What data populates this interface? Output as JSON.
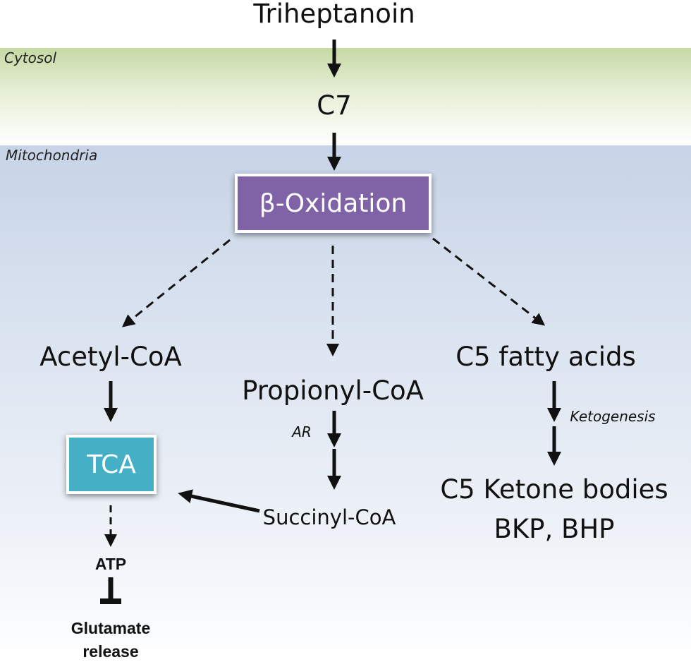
{
  "regions": {
    "cytosol": "Cytosol",
    "mitochondria": "Mitochondria"
  },
  "nodes": {
    "triheptanoin": "Triheptanoin",
    "c7": "C7",
    "beta_oxidation": "β-Oxidation",
    "acetyl_coa": "Acetyl-CoA",
    "propionyl_coa": "Propionyl-CoA",
    "c5_fatty_acids": "C5 fatty acids",
    "tca": "TCA",
    "succinyl_coa": "Succinyl-CoA",
    "c5_ketone_bodies": "C5 Ketone bodies",
    "bkp_bhp": "BKP, BHP",
    "atp": "ATP",
    "glutamate_line1": "Glutamate",
    "glutamate_line2": "release"
  },
  "edge_labels": {
    "ar": "AR",
    "ketogenesis": "Ketogenesis"
  },
  "colors": {
    "beta_oxidation_box": "#8063a6",
    "tca_box": "#45b0c5",
    "cytosol_band": "#c6d9a4",
    "mitochondria_band": "#c7d4e7"
  }
}
